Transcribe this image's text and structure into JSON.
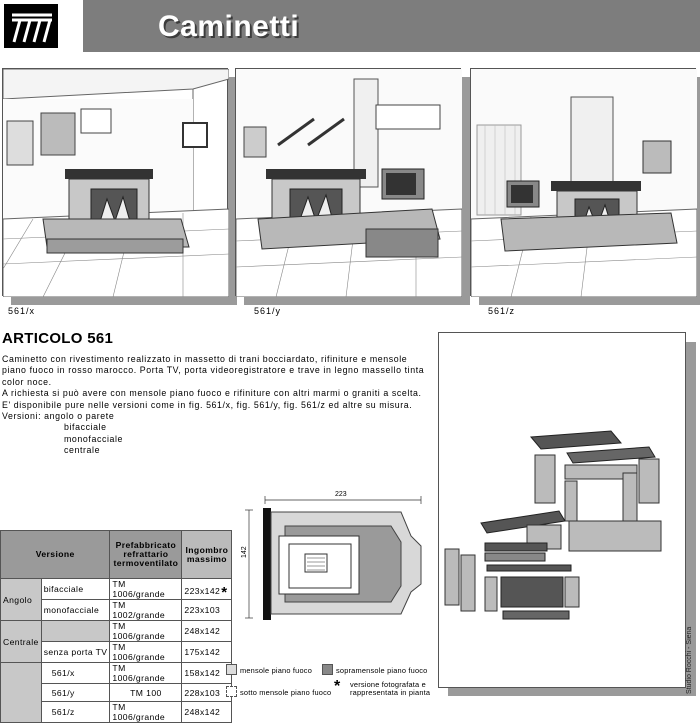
{
  "header": {
    "title": "Caminetti"
  },
  "panels": [
    {
      "caption": "561/x"
    },
    {
      "caption": "561/y"
    },
    {
      "caption": "561/z"
    }
  ],
  "article": {
    "title": "ARTICOLO 561",
    "paragraph1": "Caminetto con rivestimento realizzato in massetto di trani bocciardato, rifiniture e mensole piano fuoco in rosso marocco. Porta TV, porta videoregistratore e trave in legno massello tinta color noce.",
    "paragraph2": "A richiesta si può avere con mensole piano fuoco e rifiniture con altri marmi o graniti a scelta.",
    "paragraph3": "E' disponibile pure nelle versioni come in fig. 561/x, fig. 561/y, fig. 561/z ed altre su misura.",
    "versions_label": "Versioni: angolo o parete",
    "versions": [
      "bifacciale",
      "monofacciale",
      "centrale"
    ]
  },
  "plan": {
    "width_label": "223",
    "depth_label": "142"
  },
  "table": {
    "headers": {
      "versione": "Versione",
      "prefab_line1": "Prefabbricato",
      "prefab_line2": "refrattario",
      "prefab_line3": "termoventilato",
      "ingombro_line1": "Ingombro",
      "ingombro_line2": "massimo"
    },
    "groups": {
      "angolo": "Angolo",
      "centrale": "Centrale"
    },
    "rows": [
      {
        "sub": "bifacciale",
        "prefab": "TM 1006/grande",
        "ingombro": "223x142"
      },
      {
        "sub": "monofacciale",
        "prefab": "TM 1002/grande",
        "ingombro": "223x103"
      },
      {
        "sub": "",
        "prefab": "TM 1006/grande",
        "ingombro": "248x142"
      },
      {
        "sub": "senza porta TV",
        "prefab": "TM 1006/grande",
        "ingombro": "175x142"
      },
      {
        "sub": "561/x",
        "prefab": "TM 1006/grande",
        "ingombro": "158x142"
      },
      {
        "sub": "561/y",
        "prefab": "TM 100",
        "ingombro": "228x103"
      },
      {
        "sub": "561/z",
        "prefab": "TM 1006/grande",
        "ingombro": "248x142"
      }
    ],
    "star": "*"
  },
  "legend": {
    "mensole_piano_fuoco": "mensole piano fuoco",
    "sopramensole_piano_fuoco": "sopramensole piano fuoco",
    "sotto_mensole_piano_fuoco": "sotto mensole piano fuoco",
    "star": "*",
    "versione_fotografata_1": "versione fotografata e",
    "versione_fotografata_2": "rappresentata in pianta"
  },
  "credit": "Studio Rocchi - Siena",
  "colors": {
    "title_bar": "#7d7d7d",
    "table_header": "#9a9a9a",
    "panel_shadow": "#9a9a9a"
  }
}
